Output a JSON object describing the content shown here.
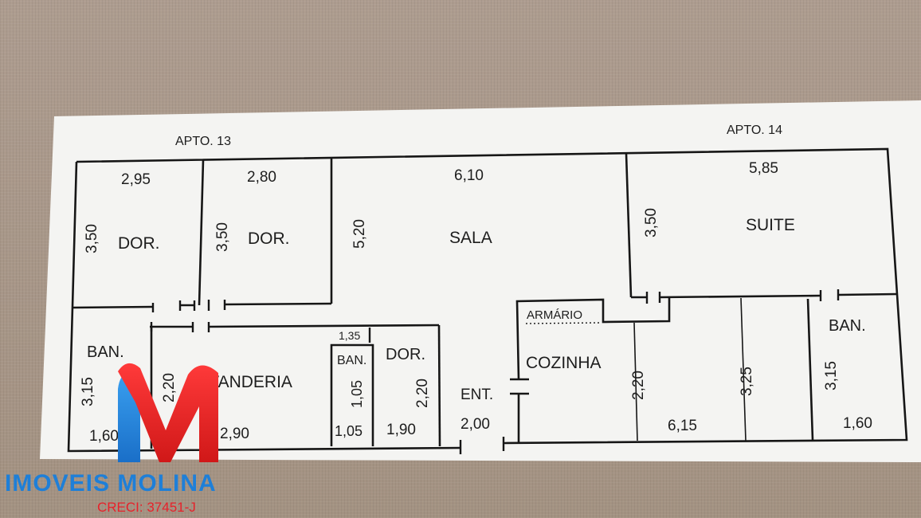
{
  "units": {
    "apto13": "APTO. 13",
    "apto14": "APTO. 14"
  },
  "rooms": {
    "dor1": {
      "name": "DOR.",
      "width": "2,95",
      "height": "3,50"
    },
    "dor2": {
      "name": "DOR.",
      "width": "2,80",
      "height": "3,50"
    },
    "sala": {
      "name": "SALA",
      "width": "6,10",
      "height": "5,20"
    },
    "suite": {
      "name": "SUITE",
      "width": "5,85",
      "height": "3,50"
    },
    "ban1": {
      "name": "BAN.",
      "width": "1,60",
      "height": "3,15"
    },
    "lavanderia": {
      "name": "LAVANDERIA",
      "width": "2,90",
      "height": "2,20"
    },
    "ban_small": {
      "name": "BAN.",
      "width": "1,05",
      "height": "1,05",
      "top": "1,35"
    },
    "dor3": {
      "name": "DOR.",
      "width": "1,90",
      "height": "2,20"
    },
    "entrance": {
      "name": "ENT.",
      "width": "2,00"
    },
    "cozinha": {
      "name": "COZINHA",
      "armario": "ARMÁRIO",
      "width": "6,15",
      "height_left": "2,20",
      "height_right": "3,25"
    },
    "ban2": {
      "name": "BAN.",
      "width": "1,60",
      "height": "3,15"
    }
  },
  "brand": {
    "name": "IMOVEIS MOLINA",
    "creci": "CRECI: 37451-J",
    "logo_letter": "M",
    "colors": {
      "primary": "#1e7fd8",
      "accent": "#e8212a"
    }
  }
}
